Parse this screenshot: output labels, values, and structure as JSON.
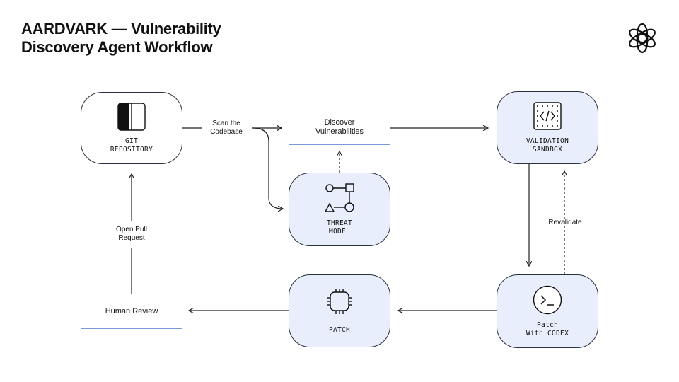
{
  "title": {
    "line1": "AARDVARK — Vulnerability",
    "line2": "Discovery Agent Workflow"
  },
  "logo": {
    "icon": "openai-logo-icon"
  },
  "nodes": {
    "git_repository": {
      "line1": "GIT",
      "line2": "REPOSITORY",
      "icon": "repository-icon"
    },
    "discover_vulnerabilities": {
      "line1": "Discover",
      "line2": "Vulnerabilities"
    },
    "validation_sandbox": {
      "line1": "VALIDATION",
      "line2": "SANDBOX",
      "icon": "code-sandbox-icon"
    },
    "threat_model": {
      "line1": "THREAT",
      "line2": "MODEL",
      "icon": "shapes-graph-icon"
    },
    "human_review": {
      "label": "Human Review"
    },
    "patch": {
      "label": "PATCH",
      "icon": "chip-icon"
    },
    "patch_with_codex": {
      "line1": "Patch",
      "line2": "With CODEX",
      "icon": "terminal-icon"
    }
  },
  "edges": {
    "scan_codebase": {
      "line1": "Scan the",
      "line2": "Codebase"
    },
    "open_pull_request": {
      "line1": "Open Pull",
      "line2": "Request"
    },
    "revalidate": {
      "label": "Revalidate"
    }
  },
  "colors": {
    "node_fill": "#e8eefb",
    "node_border": "#2b2f3a",
    "rect_border": "#7b9ad6",
    "arrow": "#222222"
  }
}
